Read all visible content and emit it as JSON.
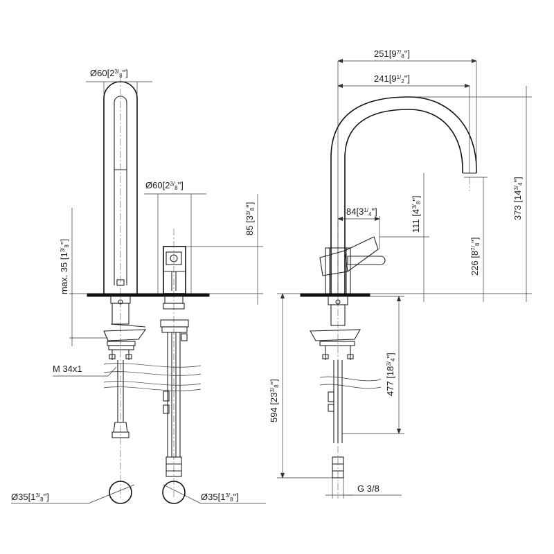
{
  "dims": {
    "d_spout_left": {
      "mm": "60",
      "in": "2",
      "frac_n": "3",
      "frac_d": "8"
    },
    "d_handle_mid": {
      "mm": "60",
      "in": "2",
      "frac_n": "3",
      "frac_d": "8"
    },
    "h_handle": {
      "mm": "85",
      "in": "3",
      "frac_n": "3",
      "frac_d": "8"
    },
    "max_35": {
      "prefix": "max.",
      "mm": "35",
      "in": "1",
      "frac_n": "3",
      "frac_d": "8"
    },
    "thread": {
      "text": "M 34x1"
    },
    "d_hose_left": {
      "mm": "35",
      "in": "1",
      "frac_n": "3",
      "frac_d": "8"
    },
    "d_hose_right": {
      "mm": "35",
      "in": "1",
      "frac_n": "3",
      "frac_d": "8"
    },
    "reach_251": {
      "mm": "251",
      "in": "9",
      "frac_n": "7",
      "frac_d": "8"
    },
    "reach_241": {
      "mm": "241",
      "in": "9",
      "frac_n": "1",
      "frac_d": "2"
    },
    "lever_84": {
      "mm": "84",
      "in": "3",
      "frac_n": "1",
      "frac_d": "4"
    },
    "h_111": {
      "mm": "111",
      "in": "4",
      "frac_n": "3",
      "frac_d": "8"
    },
    "h_226": {
      "mm": "226",
      "in": "8",
      "frac_n": "7",
      "frac_d": "8"
    },
    "h_373": {
      "mm": "373",
      "in": "14",
      "frac_n": "3",
      "frac_d": "4"
    },
    "depth_594": {
      "mm": "594",
      "in": "23",
      "frac_n": "3",
      "frac_d": "8"
    },
    "depth_477": {
      "mm": "477",
      "in": "18",
      "frac_n": "3",
      "frac_d": "4"
    },
    "conn_g": {
      "text": "G 3/8"
    }
  },
  "symbols": {
    "diameter": "Ø",
    "inch": "\""
  }
}
